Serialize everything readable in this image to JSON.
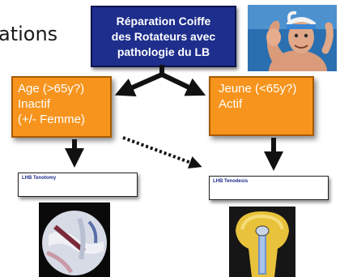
{
  "slide": {
    "title_fragment": "ations"
  },
  "top_box": {
    "lines": [
      "Réparation Coiffe",
      "des Rotateurs avec",
      "pathologie du LB"
    ]
  },
  "left_box": {
    "lines": [
      "Age (>65y?)",
      "Inactif",
      "(+/- Femme)"
    ]
  },
  "right_box": {
    "lines": [
      "Jeune (<65y?)",
      "Actif"
    ]
  },
  "left_result": {
    "label": "LHB Tenotomy"
  },
  "right_result": {
    "label": "LHB Tenodesis"
  },
  "colors": {
    "top_box": "#1d2e8c",
    "orange_box": "#f7941d",
    "arrow": "#111111"
  }
}
